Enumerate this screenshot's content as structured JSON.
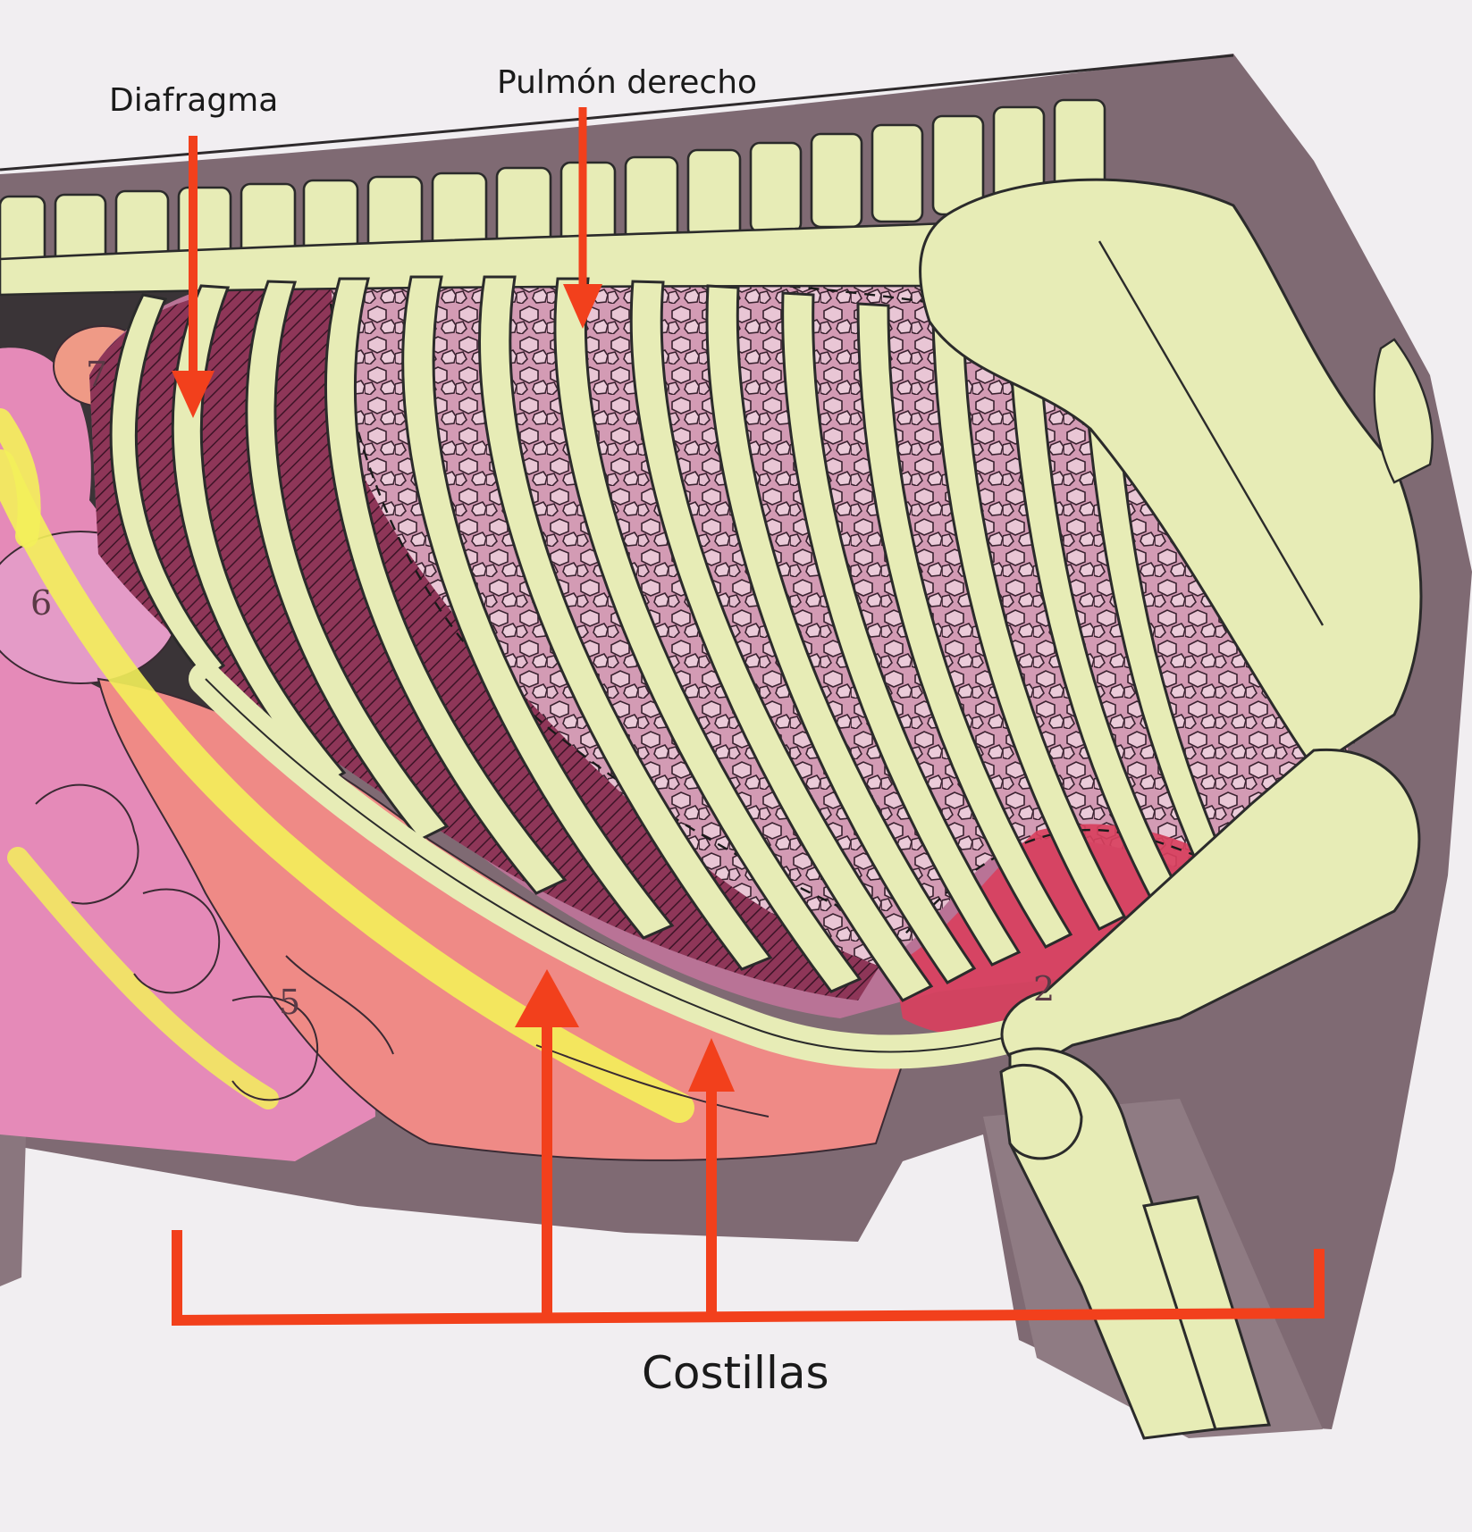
{
  "labels": {
    "diafragma": "Diafragma",
    "pulmon_derecho": "Pulmón derecho",
    "costillas": "Costillas"
  },
  "organ_numbers": [
    "7",
    "6",
    "5",
    "2"
  ],
  "colors": {
    "background": "#f1eef1",
    "body_wall": "#7f6a73",
    "bone": "#e7ecb6",
    "bone_outline": "#2b2b2b",
    "lung": "#c98aa6",
    "diaphragm": "#7a2d4e",
    "intestine_pink": "#e58ab8",
    "intestine_salmon": "#ef8a86",
    "fat_yellow": "#f3ef5a",
    "liver": "#d8405e",
    "arrow": "#f2401c"
  }
}
